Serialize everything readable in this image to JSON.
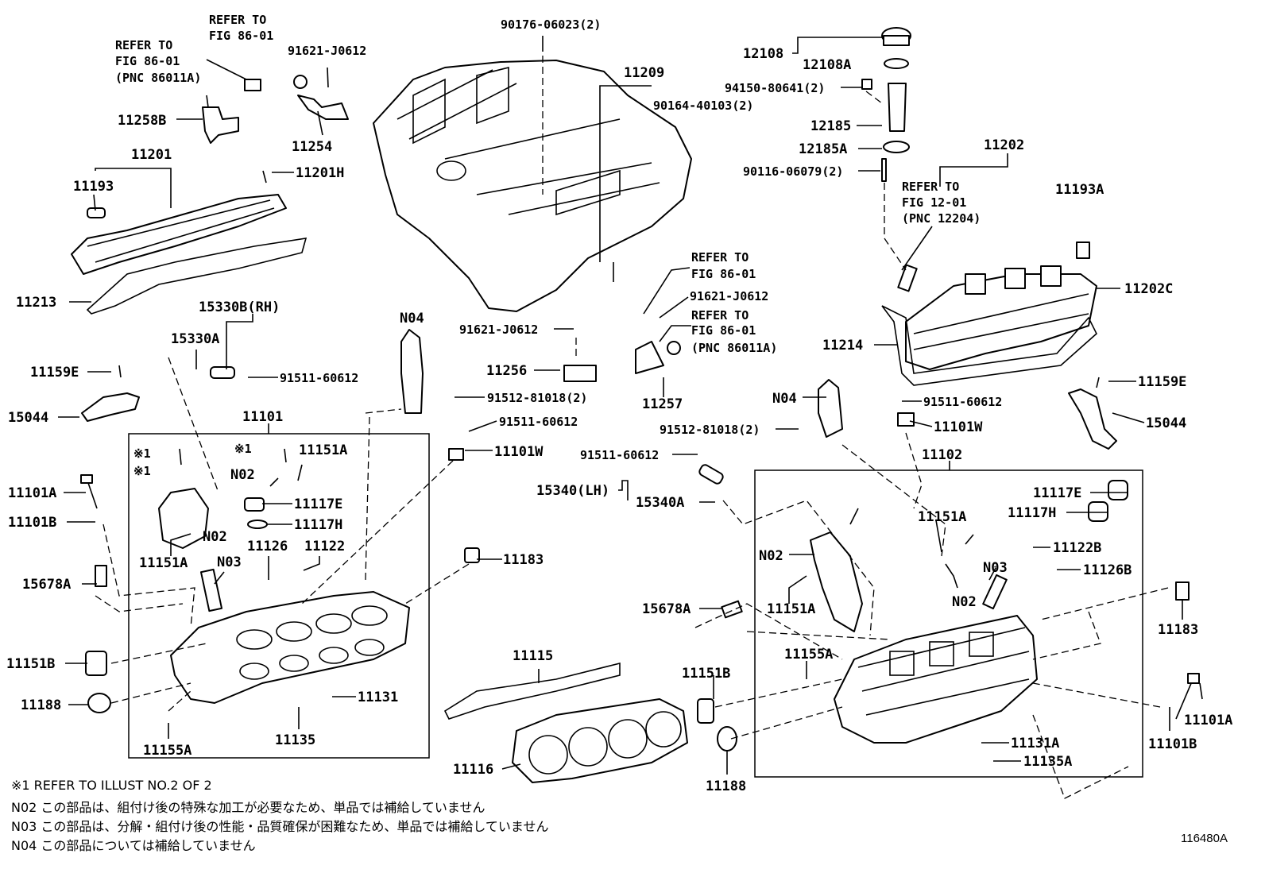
{
  "labels": {
    "refer_fig_8601_a1": "REFER TO",
    "refer_fig_8601_a2": "FIG 86-01",
    "refer_fig_8601_b1": "REFER TO",
    "refer_fig_8601_b2": "FIG 86-01",
    "refer_fig_8601_b3": "(PNC 86011A)",
    "p_91621_j0612_a": "91621-J0612",
    "p_11258b": "11258B",
    "p_11254": "11254",
    "p_11201": "11201",
    "p_11193": "11193",
    "p_11201h": "11201H",
    "p_11213": "11213",
    "p_15330b": "15330B(RH)",
    "p_15330a": "15330A",
    "p_11159e_l": "11159E",
    "p_91511_60612_a": "91511-60612",
    "p_15044_l": "15044",
    "p_11101": "11101",
    "p_n04_l": "N04",
    "p_91512_81018_a": "91512-81018(2)",
    "p_91511_60612_b": "91511-60612",
    "p_11101w_l": "11101W",
    "p_ast1_a": "※1",
    "p_ast1_b": "※1",
    "p_ast1_c": "※1",
    "p_11151a_1": "11151A",
    "p_n02_1": "N02",
    "p_11101a_l": "11101A",
    "p_11101b_l": "11101B",
    "p_11117e_l": "11117E",
    "p_11117h_l": "11117H",
    "p_n02_2": "N02",
    "p_11126": "11126",
    "p_11122": "11122",
    "p_11151a_2": "11151A",
    "p_n03_l": "N03",
    "p_11183_l": "11183",
    "p_15678a_l": "15678A",
    "p_11151b_l": "11151B",
    "p_11188_l": "11188",
    "p_11131": "11131",
    "p_11135": "11135",
    "p_11155a_l": "11155A",
    "p_90176": "90176-06023(2)",
    "p_11209": "11209",
    "p_90164": "90164-40103(2)",
    "p_91621_j0612_b": "91621-J0612",
    "p_11256": "11256",
    "p_refer_c1": "REFER TO",
    "p_refer_c2": "FIG 86-01",
    "p_91621_j0612_c": "91621-J0612",
    "p_refer_d1": "REFER TO",
    "p_refer_d2": "FIG 86-01",
    "p_refer_d3": "(PNC 86011A)",
    "p_11257": "11257",
    "p_91512_81018_b": "91512-81018(2)",
    "p_91511_60612_c": "91511-60612",
    "p_15340": "15340(LH)",
    "p_15340a": "15340A",
    "p_15678a_r": "15678A",
    "p_11115": "11115",
    "p_11116": "11116",
    "p_11151b_r": "11151B",
    "p_11188_r": "11188",
    "p_12108": "12108",
    "p_12108a": "12108A",
    "p_94150": "94150-80641(2)",
    "p_12185": "12185",
    "p_12185a": "12185A",
    "p_90116": "90116-06079(2)",
    "p_11202": "11202",
    "p_refer_e1": "REFER TO",
    "p_refer_e2": "FIG 12-01",
    "p_refer_e3": "(PNC 12204)",
    "p_11193a": "11193A",
    "p_11202c": "11202C",
    "p_11214": "11214",
    "p_n04_r": "N04",
    "p_91511_60612_d": "91511-60612",
    "p_11101w_r": "11101W",
    "p_11159e_r": "11159E",
    "p_15044_r": "15044",
    "p_11102": "11102",
    "p_11117e_r": "11117E",
    "p_11117h_r": "11117H",
    "p_11151a_r": "11151A",
    "p_11122b": "11122B",
    "p_n03_r": "N03",
    "p_11126b": "11126B",
    "p_n02_r1": "N02",
    "p_11151a_r2": "11151A",
    "p_n02_r2": "N02",
    "p_11183_r": "11183",
    "p_11155a_r": "11155A",
    "p_11101a_r": "11101A",
    "p_11101b_r": "11101B",
    "p_11131a": "11131A",
    "p_11135a": "11135A"
  },
  "notes": {
    "note1": "※1 REFER TO ILLUST NO.2 OF 2",
    "n02": "N02 この部品は、組付け後の特殊な加工が必要なため、単品では補給していません",
    "n03": "N03 この部品は、分解・組付け後の性能・品質確保が困難なため、単品では補給していません",
    "n04": "N04 この部品については補給していません"
  },
  "figure_id": "116480A"
}
